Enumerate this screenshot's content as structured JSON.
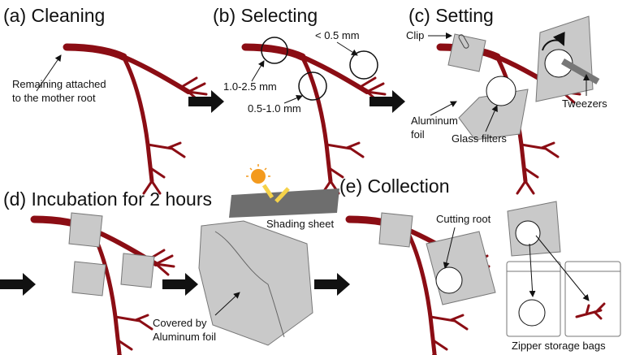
{
  "panels": {
    "a": {
      "title": "(a) Cleaning",
      "note_line1": "Remaining attached",
      "note_line2": "to the mother root"
    },
    "b": {
      "title": "(b) Selecting",
      "size_small": "< 0.5 mm",
      "size_large": "1.0-2.5 mm",
      "size_mid": "0.5-1.0 mm"
    },
    "c": {
      "title": "(c) Setting",
      "clip": "Clip",
      "foil_line1": "Aluminum",
      "foil_line2": "foil",
      "filters": "Glass filters",
      "tweezers": "Tweezers"
    },
    "d": {
      "title": "(d) Incubation for 2 hours",
      "shading": "Shading sheet",
      "covered_line1": "Covered by",
      "covered_line2": "Aluminum foil"
    },
    "e": {
      "title": "(e) Collection",
      "cutting": "Cutting root",
      "bags": "Zipper storage bags"
    }
  },
  "colors": {
    "root": "#8b0d14",
    "foil": "#c9c9c9",
    "sun": "#f39a1e",
    "sheet": "#6e6e6e"
  }
}
